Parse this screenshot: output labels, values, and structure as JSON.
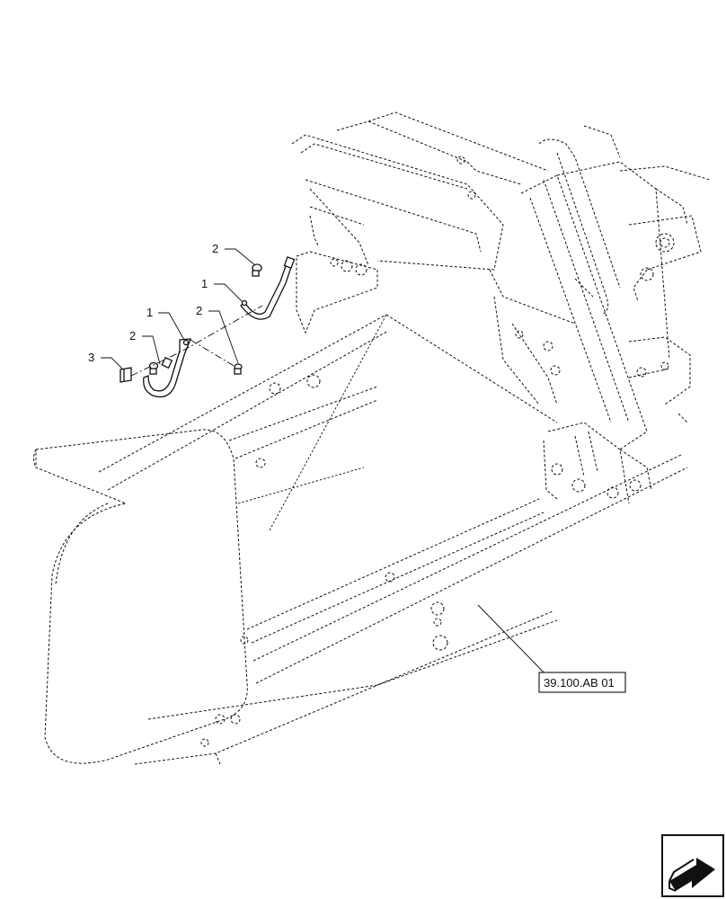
{
  "callouts": [
    {
      "id": "c1a",
      "label": "2"
    },
    {
      "id": "c1b",
      "label": "1"
    },
    {
      "id": "c1c",
      "label": "1"
    },
    {
      "id": "c1d",
      "label": "2"
    },
    {
      "id": "c1e",
      "label": "2"
    },
    {
      "id": "c1f",
      "label": "3"
    }
  ],
  "reference_label": "39.100.AB 01",
  "icons": {
    "nav": "next-page-arrow-icon"
  },
  "colors": {
    "line": "#111111",
    "background": "#ffffff"
  }
}
